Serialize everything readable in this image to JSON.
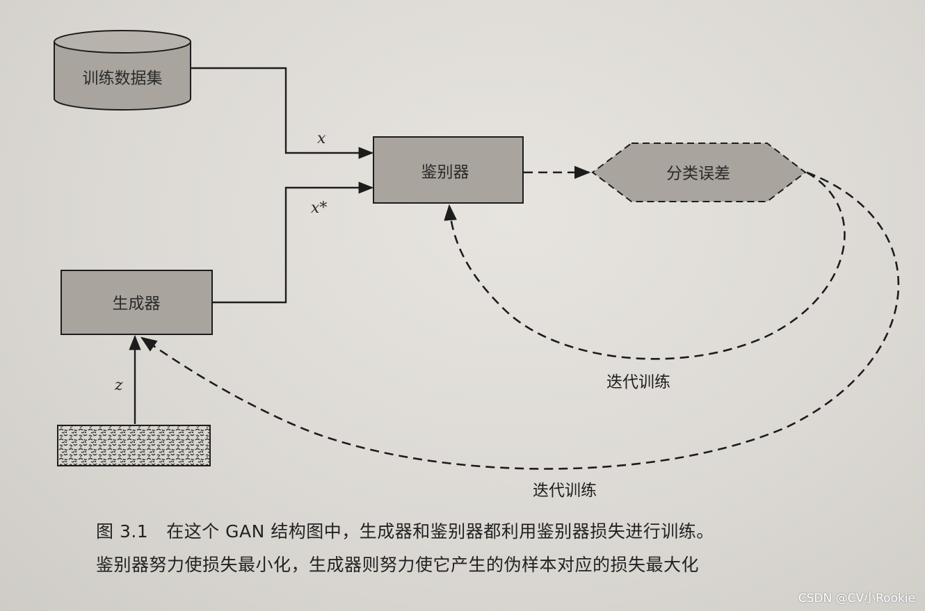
{
  "nodes": {
    "training_data": "训练数据集",
    "discriminator": "鉴别器",
    "classification_error": "分类误差",
    "generator": "生成器"
  },
  "edge_labels": {
    "x": "x",
    "x_star": "x*",
    "z": "z"
  },
  "loops": {
    "discriminator_loop": "迭代训练",
    "generator_loop": "迭代训练"
  },
  "caption": {
    "figure_number": "图 3.1",
    "line1": "在这个 GAN 结构图中，生成器和鉴别器都利用鉴别器损失进行训练。",
    "line2": "鉴别器努力使损失最小化，生成器则努力使它产生的伪样本对应的损失最大化"
  },
  "watermark": "CSDN @CV小Rookie",
  "colors": {
    "box_fill": "#a9a49d",
    "stroke": "#1c1c1c"
  }
}
